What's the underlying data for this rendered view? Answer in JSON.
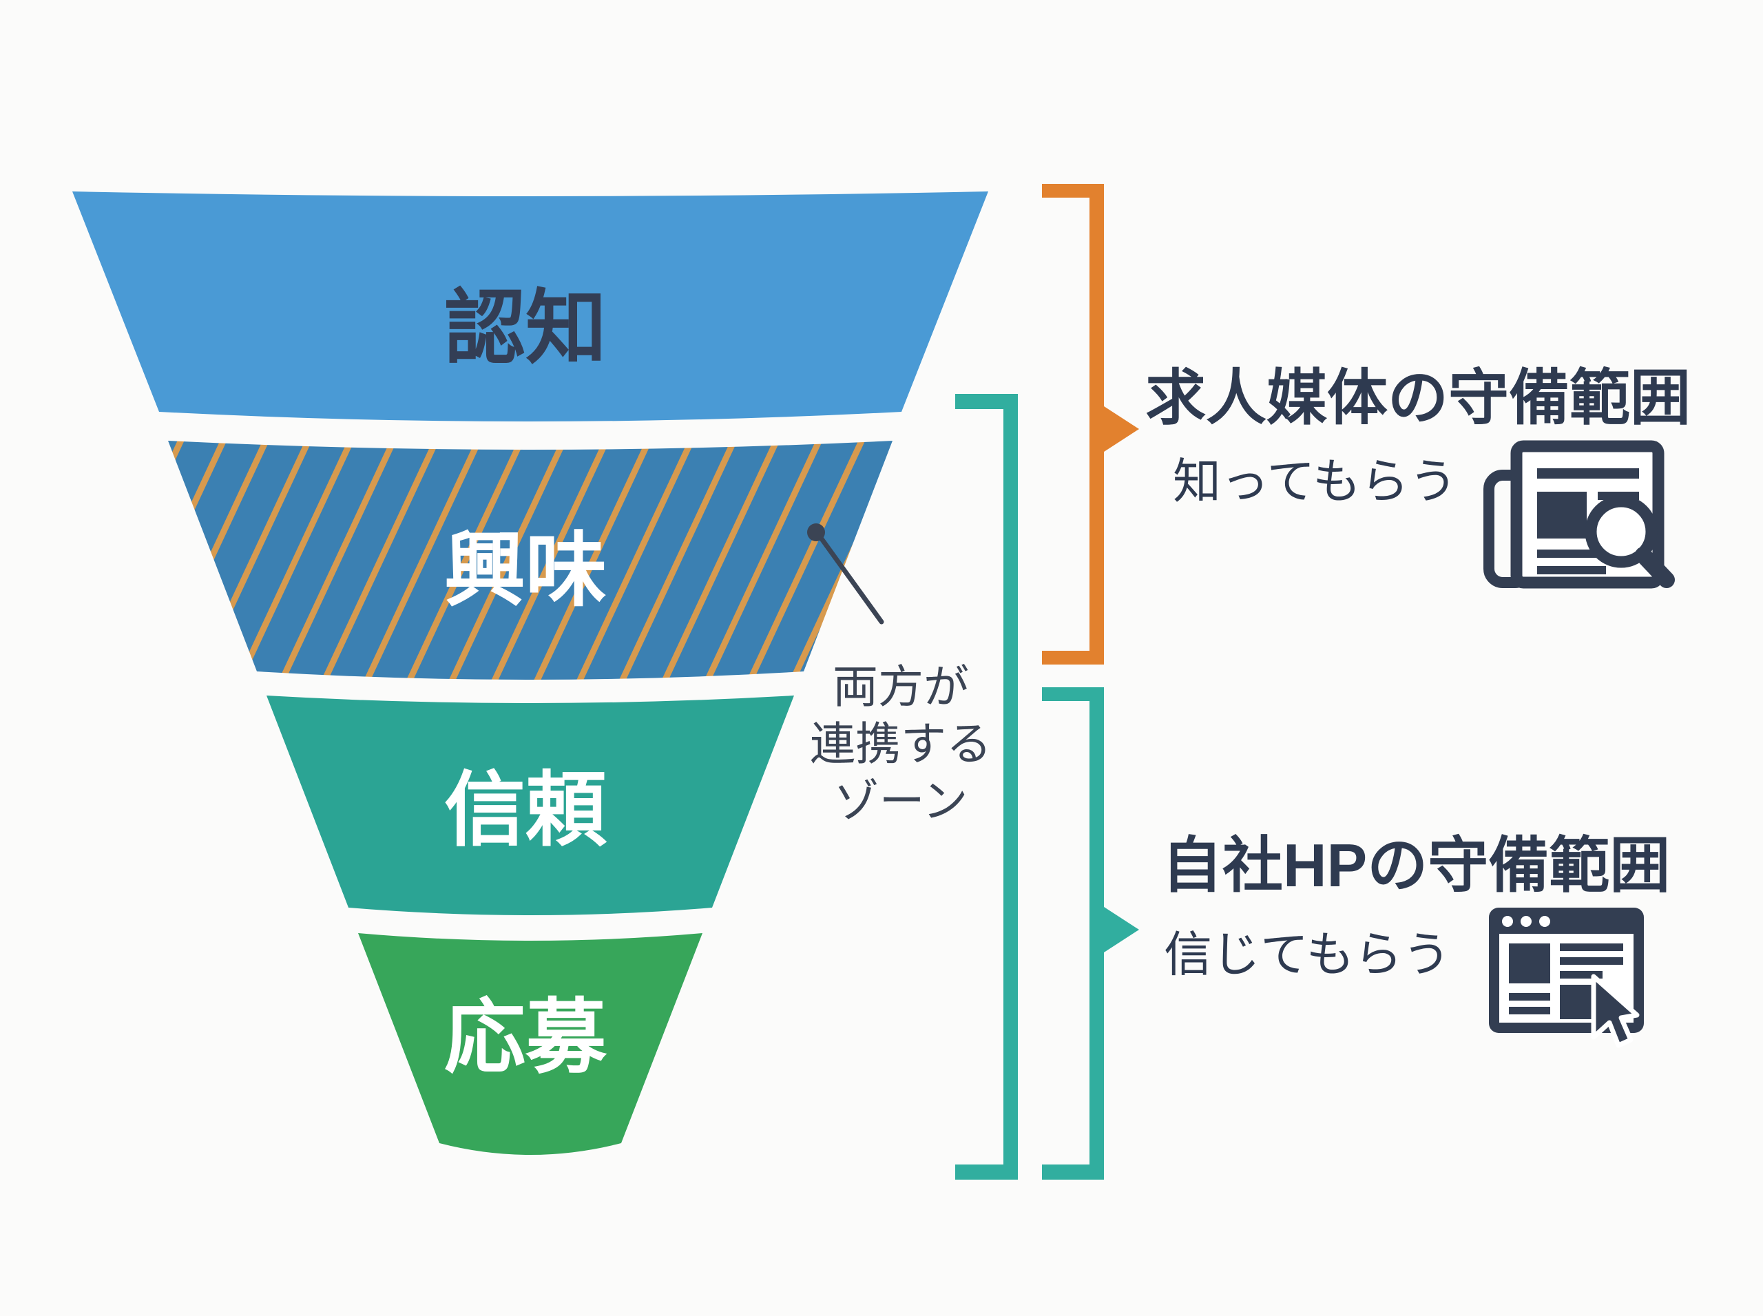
{
  "background": "#fbfbfa",
  "funnel": {
    "stages": [
      {
        "label": "認知",
        "color": "#4a9ad5",
        "text_color": "#333e55"
      },
      {
        "label": "興味",
        "color": "#3b80b2",
        "text_color": "#ffffff"
      },
      {
        "label": "信頼",
        "color": "#2ba494",
        "text_color": "#ffffff"
      },
      {
        "label": "応募",
        "color": "#37a65a",
        "text_color": "#ffffff"
      }
    ],
    "hatch": {
      "stripe_color": "#d79a4e"
    }
  },
  "callout": {
    "lines": [
      "両方が",
      "連携する",
      "ゾーン"
    ],
    "color": "#3b4454"
  },
  "right_panel": {
    "heading_color": "#2e3a50",
    "top": {
      "heading": "求人媒体の守備範囲",
      "subtext": "知ってもらう",
      "bracket_color": "#e2812e",
      "icon": "newspaper-search-icon",
      "icon_color": "#333e52"
    },
    "bottom": {
      "heading": "自社HPの守備範囲",
      "subtext": "信じてもらう",
      "bracket_color": "#31ae9f",
      "icon": "browser-cursor-icon",
      "icon_color": "#333e52"
    }
  }
}
